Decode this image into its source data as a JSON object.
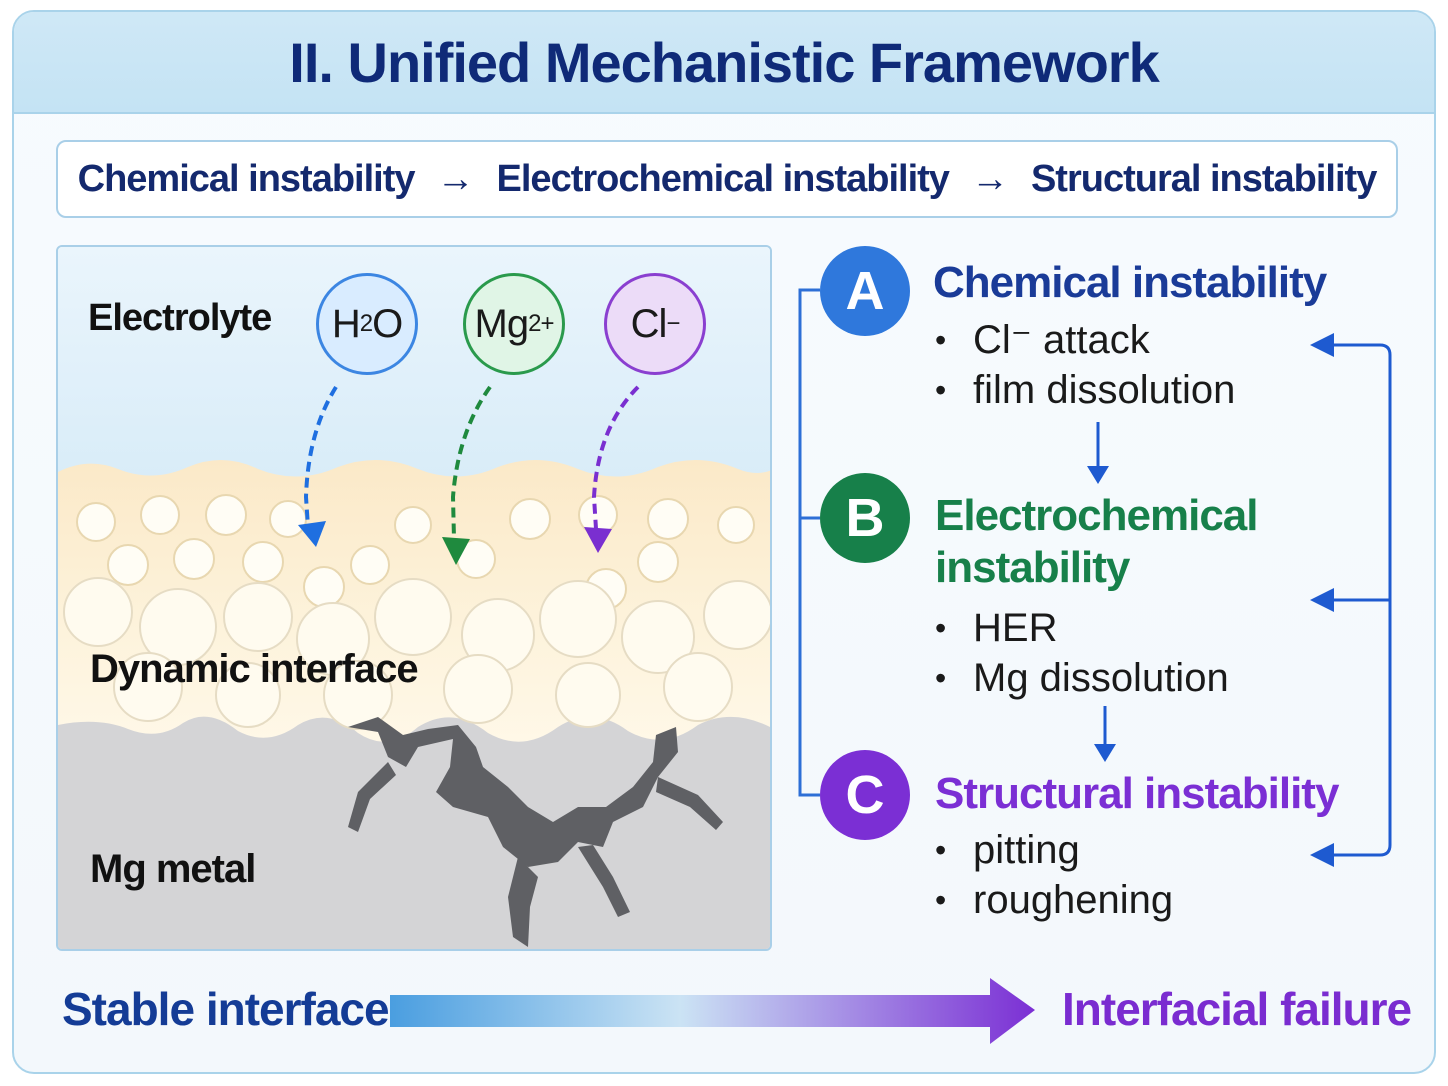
{
  "title": "II. Unified Mechanistic Framework",
  "flow": {
    "items": [
      "Chemical instability",
      "Electrochemical instability",
      "Structural instability"
    ],
    "arrow": "→"
  },
  "panel": {
    "electrolyte_label": "Electrolyte",
    "interface_label": "Dynamic interface",
    "metal_label": "Mg metal",
    "ions": [
      {
        "base": "H",
        "sub": "2",
        "tail": "O",
        "color": "#3c86e2"
      },
      {
        "base": "Mg",
        "sup": "2+",
        "color": "#2a9a4c"
      },
      {
        "base": "Cl",
        "sup": "−",
        "color": "#8a3fd0"
      }
    ]
  },
  "steps": [
    {
      "letter": "A",
      "title": "Chemical instability",
      "color": "#2f78dc",
      "bullets": [
        "Cl⁻ attack",
        "film dissolution"
      ]
    },
    {
      "letter": "B",
      "title": "Electrochemical instability",
      "color": "#17804a",
      "bullets": [
        "HER",
        "Mg dissolution"
      ]
    },
    {
      "letter": "C",
      "title": "Structural instability",
      "color": "#7b2fd4",
      "bullets": [
        "pitting",
        "roughening"
      ]
    }
  ],
  "bottom": {
    "left_label": "Stable interface",
    "right_label": "Interfacial failure",
    "gradient_start": "#4a9ee0",
    "gradient_end": "#7b2fd4"
  }
}
